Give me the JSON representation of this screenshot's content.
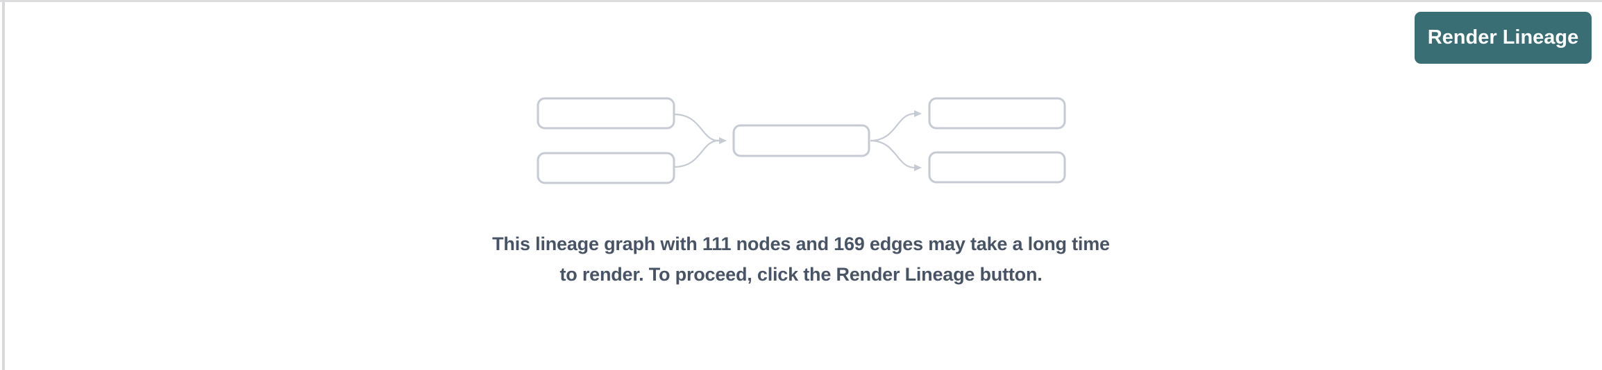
{
  "header": {
    "render_button_label": "Render Lineage"
  },
  "main": {
    "message": "This lineage graph with 111 nodes and 169 edges may take a long time to render. To proceed, click the Render Lineage button.",
    "node_count": "111",
    "edge_count": "169"
  },
  "icons": {
    "lineage_placeholder": "five node boxes connected by curved arrows (2 sources, 1 middle node, 2 targets)"
  },
  "colors": {
    "page_background": "#ffffff",
    "button_background": "#386e74",
    "button_text": "#ffffff",
    "message_text": "#485466",
    "placeholder_outline": "#c5cad3",
    "top_border": "#dddde0",
    "left_scrollbar": "#d9d9dc"
  }
}
